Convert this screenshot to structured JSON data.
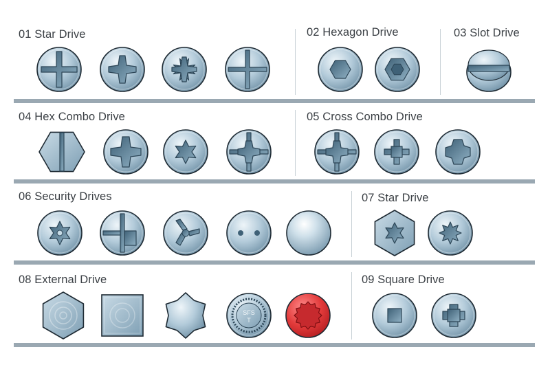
{
  "colors": {
    "metal_light": "#e4eef4",
    "metal_mid": "#a9c3d3",
    "metal_dark": "#5b7f96",
    "outline": "#1e2a33",
    "recess": "#4b6f86",
    "red_light": "#ff6a6a",
    "red_dark": "#b8191e",
    "divider_bar": "#9aa8b2"
  },
  "sections": [
    {
      "id": "s01",
      "title": "01 Star Drive",
      "screws": [
        {
          "icon": "phillips-icon"
        },
        {
          "icon": "pozidriv-icon"
        },
        {
          "icon": "pozi-star-icon"
        },
        {
          "icon": "frearson-icon"
        }
      ]
    },
    {
      "id": "s02",
      "title": "02 Hexagon Drive",
      "screws": [
        {
          "icon": "hex-socket-icon"
        },
        {
          "icon": "hex-socket-deep-icon"
        }
      ]
    },
    {
      "id": "s03",
      "title": "03 Slot Drive",
      "screws": [
        {
          "icon": "slotted-icon"
        }
      ]
    },
    {
      "id": "s04",
      "title": "04 Hex Combo Drive",
      "screws": [
        {
          "icon": "hex-head-slot-icon"
        },
        {
          "icon": "phillips-combo-icon"
        },
        {
          "icon": "torx-combo-icon"
        },
        {
          "icon": "cross-slot-combo-icon"
        }
      ]
    },
    {
      "id": "s05",
      "title": "05 Cross Combo Drive",
      "screws": [
        {
          "icon": "cross-combo-icon"
        },
        {
          "icon": "square-cross-combo-icon"
        },
        {
          "icon": "square-cross-combo-2-icon"
        }
      ]
    },
    {
      "id": "s06",
      "title": "06 Security Drives",
      "screws": [
        {
          "icon": "security-torx-icon"
        },
        {
          "icon": "one-way-icon"
        },
        {
          "icon": "tri-wing-icon"
        },
        {
          "icon": "spanner-icon"
        },
        {
          "icon": "dome-icon"
        }
      ]
    },
    {
      "id": "s07",
      "title": "07 Star Drive",
      "screws": [
        {
          "icon": "hex-torx-icon"
        },
        {
          "icon": "torx-plus-icon"
        }
      ]
    },
    {
      "id": "s08",
      "title": "08 External Drive",
      "screws": [
        {
          "icon": "external-hex-icon"
        },
        {
          "icon": "external-square-icon"
        },
        {
          "icon": "external-torx-icon"
        },
        {
          "icon": "sfs-icon",
          "text_top": "SFS",
          "text_bottom": "T"
        },
        {
          "icon": "red-external-icon"
        }
      ]
    },
    {
      "id": "s09",
      "title": "09 Square Drive",
      "screws": [
        {
          "icon": "square-icon"
        },
        {
          "icon": "square-combo-icon"
        }
      ]
    }
  ]
}
